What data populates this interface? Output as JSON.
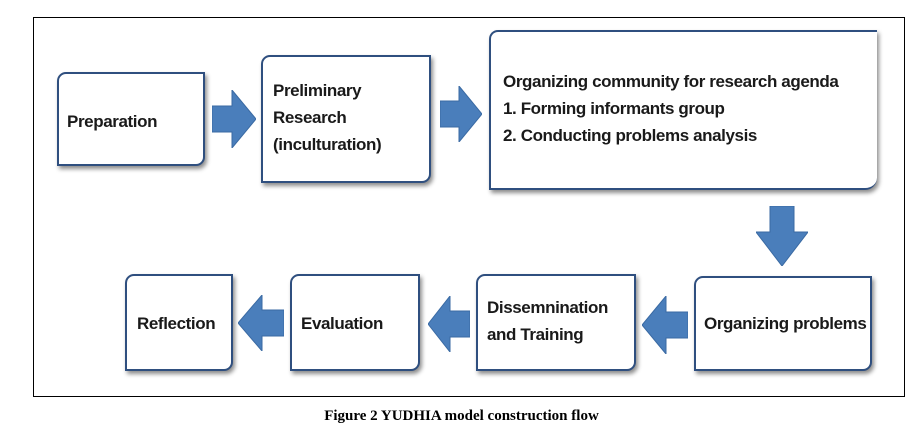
{
  "diagram": {
    "boxes": {
      "preparation": "Preparation",
      "preliminary": [
        "Preliminary",
        "Research",
        "(inculturation)"
      ],
      "organizing_community": {
        "title": "Organizing community for research agenda",
        "items": [
          "1.   Forming informants group",
          "2.   Conducting problems analysis"
        ]
      },
      "organizing_problems": "Organizing problems",
      "dissemination": [
        "Dissemnination",
        "and Training"
      ],
      "evaluation": "Evaluation",
      "reflection": "Reflection"
    },
    "arrow_color": "#4a7ebb",
    "border_color": "#2f4f7f"
  },
  "caption": "Figure 2 YUDHIA model construction flow"
}
